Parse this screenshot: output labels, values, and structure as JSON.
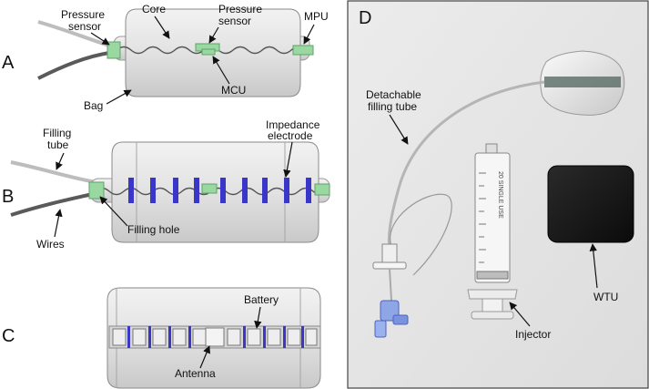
{
  "panels": {
    "a": {
      "letter": "A",
      "labels": {
        "pressure_sensor_left": [
          "Pressure",
          "sensor"
        ],
        "core": "Core",
        "pressure_sensor_center": [
          "Pressure",
          "sensor"
        ],
        "mpu": "MPU",
        "mcu": "MCU",
        "bag": "Bag"
      }
    },
    "b": {
      "letter": "B",
      "labels": {
        "filling_tube": [
          "Filling",
          "tube"
        ],
        "impedance_electrode": [
          "Impedance",
          "electrode"
        ],
        "wires": "Wires",
        "filling_hole": "Filling hole"
      }
    },
    "c": {
      "letter": "C",
      "labels": {
        "battery": "Battery",
        "antenna": "Antenna"
      }
    },
    "d": {
      "letter": "D",
      "labels": {
        "detachable_filling_tube": [
          "Detachable",
          "filling tube"
        ],
        "injector": "Injector",
        "wtu": "WTU"
      },
      "syringe_print": "20 SINGLE USE"
    }
  },
  "colors": {
    "device_body": "#e4e4e4",
    "core_green": "#8fd69a",
    "electrode_blue": "#3a36c8",
    "photo_border": "#444444",
    "wtu_box": "#1a1a1a"
  }
}
